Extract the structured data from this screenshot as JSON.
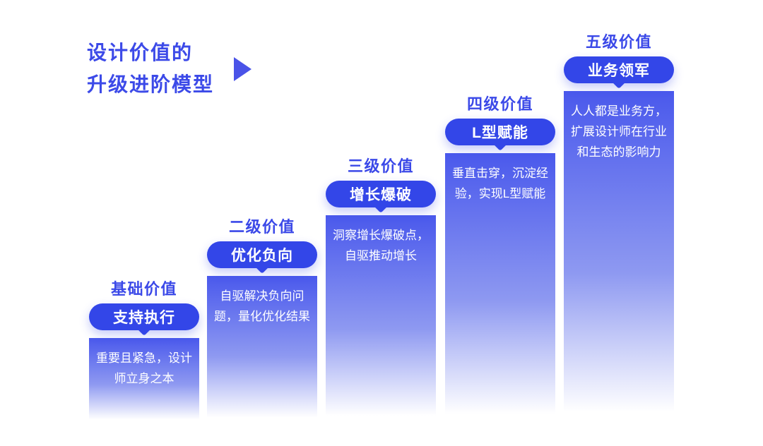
{
  "header": {
    "title_line1": "设计价值的",
    "title_line2": "升级进阶模型",
    "pointer_icon": "right-triangle-icon"
  },
  "colors": {
    "accent_blue": "#3B49E8",
    "pill_blue": "#3346E8",
    "column_gradient_top": "#4A59EC",
    "column_gradient_bottom": "#FFFFFF",
    "text_on_blue": "#FFFFFF"
  },
  "levels": [
    {
      "title": "基础价值",
      "badge": "支持执行",
      "description": "重要且紧急，设计师立身之本"
    },
    {
      "title": "二级价值",
      "badge": "优化负向",
      "description": "自驱解决负向问题，量化优化结果"
    },
    {
      "title": "三级价值",
      "badge": "增长爆破",
      "description": "洞察增长爆破点，自驱推动增长"
    },
    {
      "title": "四级价值",
      "badge": "L型赋能",
      "description": "垂直击穿，沉淀经验，实现L型赋能"
    },
    {
      "title": "五级价值",
      "badge": "业务领军",
      "description": "人人都是业务方，扩展设计师在行业和生态的影响力"
    }
  ]
}
